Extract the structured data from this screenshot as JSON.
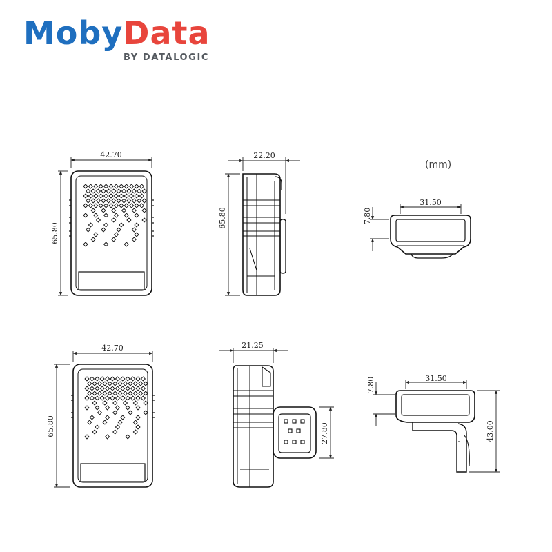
{
  "logo": {
    "word_part1": "Moby",
    "word_part2": "Data",
    "byline": "BY DATALOGIC",
    "colors": {
      "moby": "#1f6fbf",
      "data": "#e8453c",
      "byline": "#555a60"
    }
  },
  "units_label": "(mm)",
  "dimensions": {
    "top_front_width": "42.70",
    "top_front_height": "65.80",
    "top_side_depth": "22.20",
    "top_side_height": "65.80",
    "top_end_width": "31.50",
    "top_end_height": "7.80",
    "bottom_front_width": "42.70",
    "bottom_front_height": "65.80",
    "bottom_side_depth": "21.25",
    "bottom_side_clip_height": "27.80",
    "bottom_end_width": "31.50",
    "bottom_end_height": "7.80",
    "bottom_end_total_height": "43.00"
  }
}
